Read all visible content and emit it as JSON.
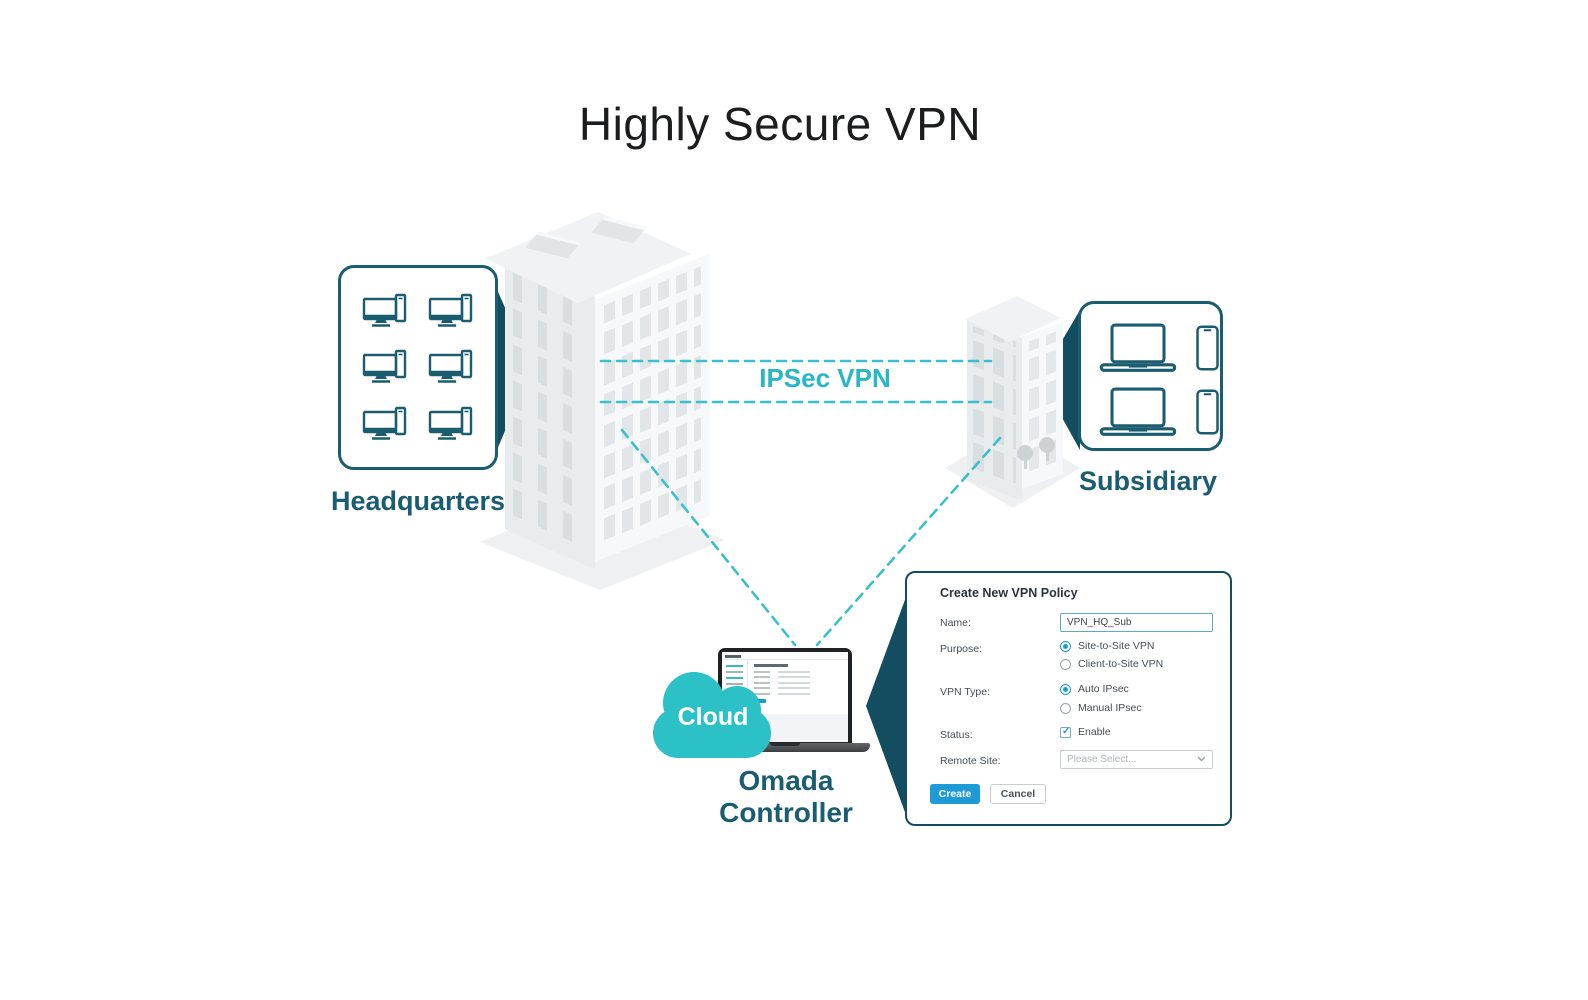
{
  "title": "Highly Secure VPN",
  "colors": {
    "accent_teal": "#2cc0c7",
    "dark_teal": "#1a5c70",
    "arrow_teal": "#134e60",
    "link_dash": "#3ac0c9",
    "primary_blue": "#1e9bd7"
  },
  "headquarters": {
    "label": "Headquarters"
  },
  "subsidiary": {
    "label": "Subsidiary"
  },
  "connection": {
    "label": "IPSec VPN"
  },
  "controller": {
    "cloud_label": "Cloud",
    "label_line1": "Omada",
    "label_line2": "Controller"
  },
  "dialog": {
    "title": "Create New VPN Policy",
    "fields": {
      "name": {
        "label": "Name:",
        "value": "VPN_HQ_Sub"
      },
      "purpose": {
        "label": "Purpose:",
        "options": [
          {
            "label": "Site-to-Site VPN",
            "selected": true
          },
          {
            "label": "Client-to-Site VPN",
            "selected": false
          }
        ]
      },
      "vpn_type": {
        "label": "VPN Type:",
        "options": [
          {
            "label": "Auto IPsec",
            "selected": true
          },
          {
            "label": "Manual IPsec",
            "selected": false
          }
        ]
      },
      "status": {
        "label": "Status:",
        "checkbox_label": "Enable",
        "checked": true
      },
      "remote_site": {
        "label": "Remote Site:",
        "placeholder": "Please Select..."
      }
    },
    "buttons": {
      "create": "Create",
      "cancel": "Cancel"
    }
  }
}
